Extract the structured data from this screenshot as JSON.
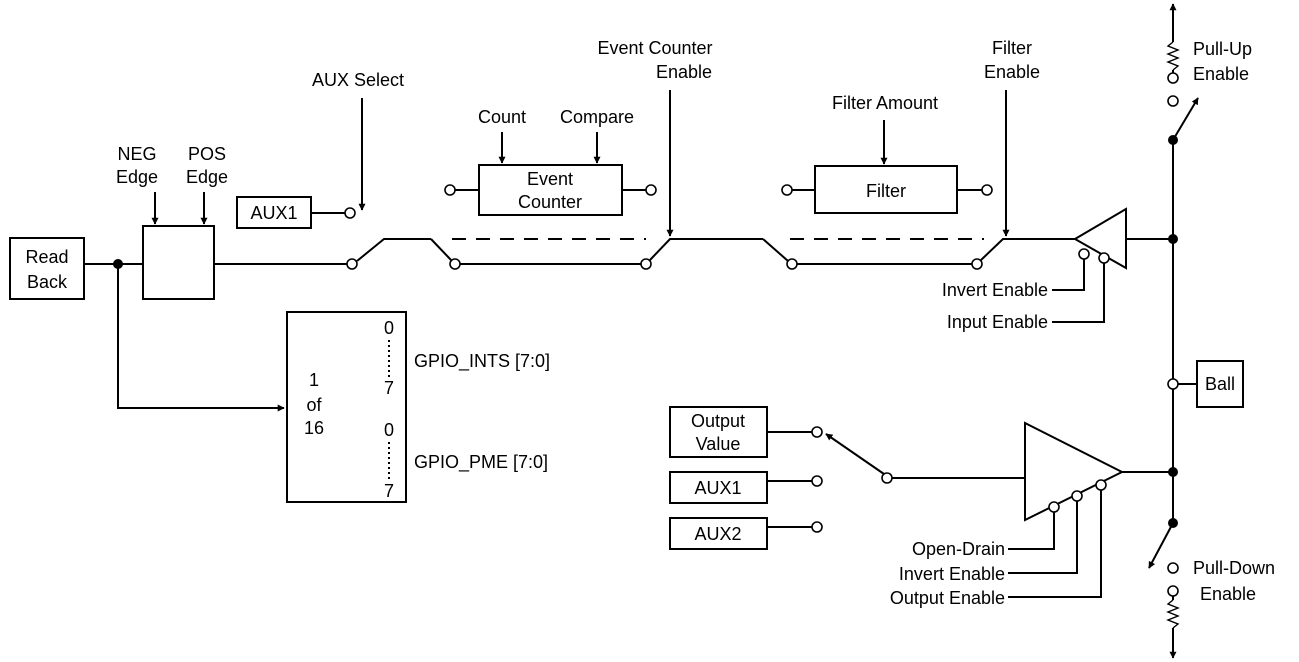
{
  "labels": {
    "read_back_1": "Read",
    "read_back_2": "Back",
    "neg_edge_1": "NEG",
    "neg_edge_2": "Edge",
    "pos_edge_1": "POS",
    "pos_edge_2": "Edge",
    "aux_select": "AUX Select",
    "aux1_in": "AUX1",
    "count": "Count",
    "compare": "Compare",
    "event_counter_1": "Event",
    "event_counter_2": "Counter",
    "event_counter_enable_1": "Event Counter",
    "event_counter_enable_2": "Enable",
    "filter_amount": "Filter Amount",
    "filter": "Filter",
    "filter_enable_1": "Filter",
    "filter_enable_2": "Enable",
    "pull_up_1": "Pull-Up",
    "pull_up_2": "Enable",
    "invert_enable_in": "Invert Enable",
    "input_enable": "Input Enable",
    "ball": "Ball",
    "mux_1": "1",
    "mux_of": "of",
    "mux_16": "16",
    "ints_0": "0",
    "ints_7": "7",
    "pme_0": "0",
    "pme_7": "7",
    "gpio_ints": "GPIO_INTS [7:0]",
    "gpio_pme": "GPIO_PME [7:0]",
    "output_value_1": "Output",
    "output_value_2": "Value",
    "aux1_out": "AUX1",
    "aux2_out": "AUX2",
    "open_drain": "Open-Drain",
    "invert_enable_out": "Invert Enable",
    "output_enable": "Output Enable",
    "pull_down_1": "Pull-Down",
    "pull_down_2": "Enable"
  }
}
